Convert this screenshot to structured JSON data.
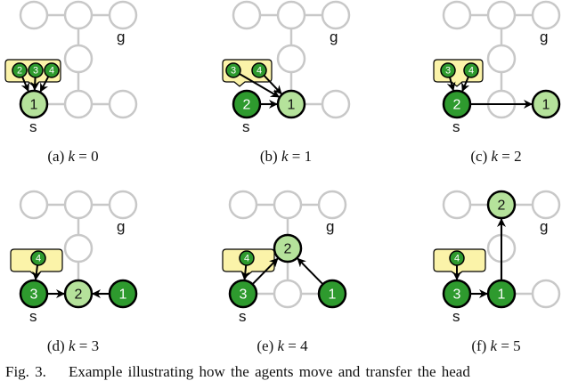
{
  "labels": {
    "start": "s",
    "goal": "g"
  },
  "colors": {
    "grid_node": "#c8c8c8",
    "moved_agent": "#2e9a2e",
    "head_agent": "#b5e29b",
    "queue_box": "#fbf3a9",
    "arrow": "#000000"
  },
  "panels": [
    {
      "label": "(a)",
      "var": "k",
      "eq": "= 0",
      "agents": [
        {
          "id": "1",
          "state": "head"
        }
      ],
      "queue": [
        "2",
        "3",
        "4"
      ]
    },
    {
      "label": "(b)",
      "var": "k",
      "eq": "= 1",
      "agents": [
        {
          "id": "2",
          "state": "moved"
        },
        {
          "id": "1",
          "state": "head"
        }
      ],
      "queue": [
        "3",
        "4"
      ]
    },
    {
      "label": "(c)",
      "var": "k",
      "eq": "= 2",
      "agents": [
        {
          "id": "2",
          "state": "moved"
        },
        {
          "id": "1",
          "state": "head"
        }
      ],
      "queue": [
        "3",
        "4"
      ]
    },
    {
      "label": "(d)",
      "var": "k",
      "eq": "= 3",
      "agents": [
        {
          "id": "3",
          "state": "moved"
        },
        {
          "id": "2",
          "state": "head"
        },
        {
          "id": "1",
          "state": "moved"
        }
      ],
      "queue": [
        "4"
      ]
    },
    {
      "label": "(e)",
      "var": "k",
      "eq": "= 4",
      "agents": [
        {
          "id": "3",
          "state": "moved"
        },
        {
          "id": "2",
          "state": "head"
        },
        {
          "id": "1",
          "state": "moved"
        }
      ],
      "queue": [
        "4"
      ]
    },
    {
      "label": "(f)",
      "var": "k",
      "eq": "= 5",
      "agents": [
        {
          "id": "3",
          "state": "moved"
        },
        {
          "id": "1",
          "state": "moved"
        },
        {
          "id": "2",
          "state": "head"
        }
      ],
      "queue": [
        "4"
      ]
    }
  ],
  "figure_caption": {
    "prefix": "Fig. 3.",
    "text": "Example illustrating how the agents move and transfer the head"
  }
}
